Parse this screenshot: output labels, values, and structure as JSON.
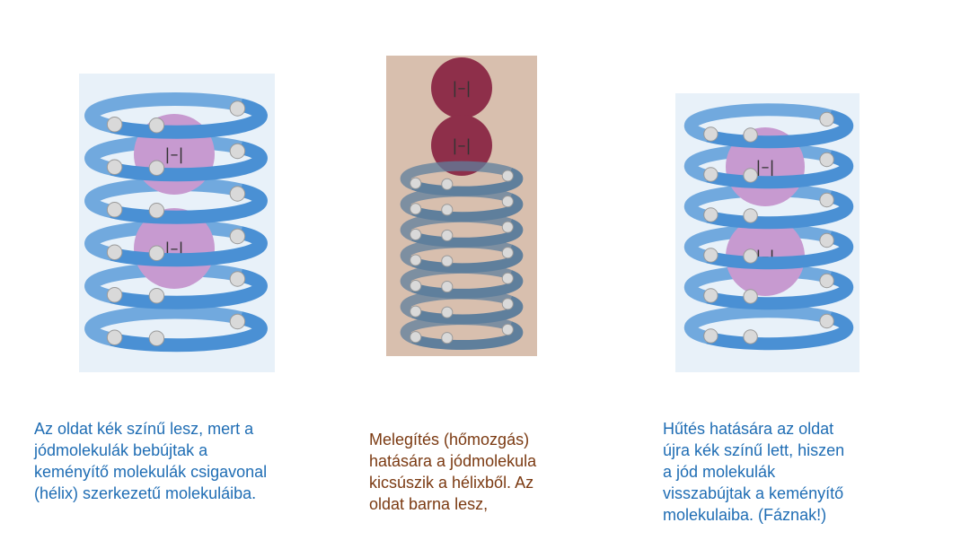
{
  "colors": {
    "caption_blue": "#1f6db4",
    "caption_brown": "#7b3a12",
    "helix_blue": "#4a90d4",
    "helix_grey": "#5f7f9c",
    "iodine_purple": "#c79ad0",
    "iodine_maroon": "#8e2f4a"
  },
  "panels": [
    {
      "label": "starch-helix-with-iodine"
    },
    {
      "label": "iodine-leaving-helix"
    },
    {
      "label": "iodine-returned-to-helix"
    }
  ],
  "captions": {
    "left": "Az oldat kék színű lesz, mert a\njódmolekulák bebújtak a\nkeményítő molekulák csigavonal\n(hélix) szerkezetű molekuláiba.",
    "middle": "Melegítés (hőmozgás)\nhatására a jódmolekula\nkicsúszik a hélixből. Az\noldat barna lesz,",
    "right": "Hűtés hatására az oldat\nújra kék színű lett, hiszen\na jód molekulák\nvisszabújtak a keményítő\nmolekulaiba. (Fáznak!)"
  }
}
